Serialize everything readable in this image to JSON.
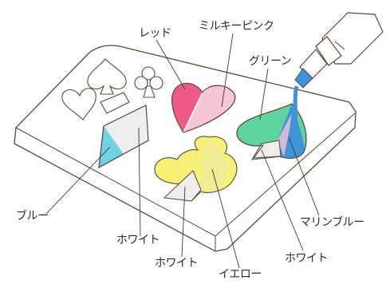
{
  "labels": {
    "red": "レッド",
    "milk_pink": "ミルキーピンク",
    "green": "グリーン",
    "blue": "ブルー",
    "white_left": "ホワイト",
    "white_center": "ホワイト",
    "yellow": "イエロー",
    "white_right": "ホワイト",
    "marine_blue": "マリンブルー"
  },
  "colors": {
    "red": "#ee5a86",
    "milk_pink": "#f6c6d6",
    "green": "#5fd3a0",
    "blue": "#6fd3e3",
    "marine_blue": "#3f93d6",
    "yellow": "#f6f176",
    "white_resin": "#eeeeee",
    "outline": "#5a4838"
  },
  "icons": [
    "resin-bottle-icon",
    "heart-mold-icon",
    "spade-mold-icon",
    "club-mold-icon",
    "diamond-mold-icon"
  ]
}
